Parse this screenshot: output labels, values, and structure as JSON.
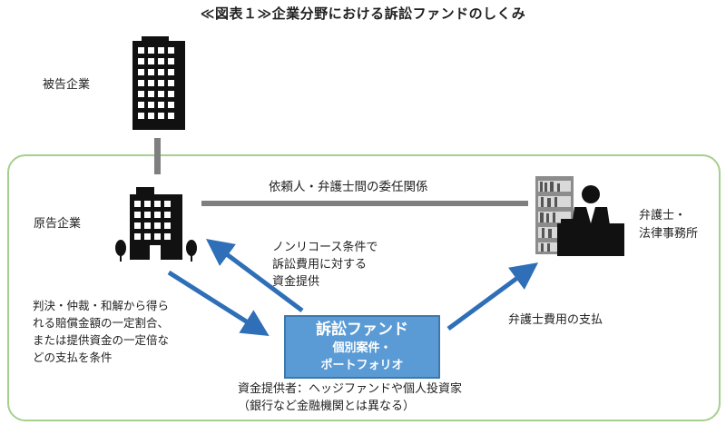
{
  "title": "≪図表１≫企業分野における訴訟ファンドのしくみ",
  "defendant_label": "被告企業",
  "plaintiff_label": "原告企業",
  "lawyer_label": [
    "弁護士・",
    "法律事務所"
  ],
  "relation_label": "依頼人・弁護士間の委任関係",
  "funding_label": [
    "ノンリコース条件で",
    "訴訟費用に対する",
    "資金提供"
  ],
  "condition_label": [
    "判決・仲裁・和解から得ら",
    "れる賠償金額の一定割合、",
    "または提供資金の一定倍な",
    "どの支払を条件"
  ],
  "payment_label": "弁護士費用の支払",
  "fund": {
    "title": "訴訟ファンド",
    "line2": "個別案件・",
    "line3": "ポートフォリオ"
  },
  "provider_label": [
    "資金提供者：ヘッジファンドや個人投資家",
    "（銀行など金融機関とは異なる）"
  ],
  "colors": {
    "arrow": "#2e6fb7",
    "frame": "#a6cf8e",
    "fund_fill": "#5b9bd5",
    "connector": "#7f7f7f"
  }
}
